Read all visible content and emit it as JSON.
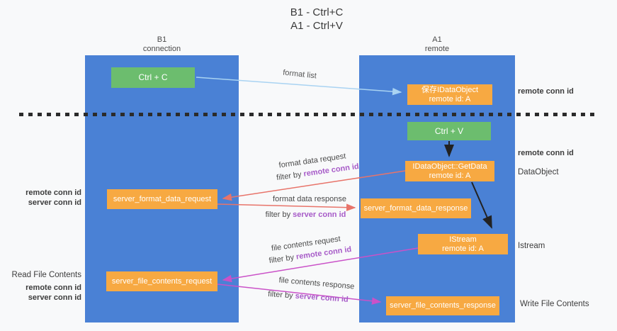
{
  "title": {
    "line1": "B1 - Ctrl+C",
    "line2": "A1 - Ctrl+V"
  },
  "columns": {
    "left": {
      "name": "B1",
      "role": "connection"
    },
    "right": {
      "name": "A1",
      "role": "remote"
    }
  },
  "boxes": {
    "ctrl_c": {
      "label": "Ctrl + C"
    },
    "save_idataobject": {
      "label": "保存IDataObject",
      "sublabel": "remote id: A"
    },
    "ctrl_v": {
      "label": "Ctrl + V"
    },
    "getdata": {
      "label": "IDataObject::GetData",
      "sublabel": "remote id: A"
    },
    "format_request": {
      "label": "server_format_data_request"
    },
    "format_response": {
      "label": "server_format_data_response"
    },
    "istream": {
      "label": "IStream",
      "sublabel": "remote id: A"
    },
    "file_request": {
      "label": "server_file_contents_request"
    },
    "file_response": {
      "label": "server_file_contents_response"
    }
  },
  "arrows": {
    "format_list": {
      "label": "format list"
    },
    "format_data_request": {
      "label": "format data request",
      "filter_prefix": "filter by",
      "filter_key": "remote conn id"
    },
    "format_data_response": {
      "label": "format data response",
      "filter_prefix": "filter by",
      "filter_key": "server conn id"
    },
    "file_contents_request": {
      "label": "file contents request",
      "filter_prefix": "filter by",
      "filter_key": "remote conn id"
    },
    "file_contents_response": {
      "label": "file contents response",
      "filter_prefix": "filter by",
      "filter_key": "server conn id"
    }
  },
  "side_labels": {
    "right_remote_conn_id_1": "remote conn id",
    "right_remote_conn_id_2": "remote conn id",
    "dataobject": "DataObject",
    "istream": "Istream",
    "write_file_contents": "Write File Contents",
    "left_remote_conn_id_1": "remote conn id",
    "left_server_conn_id_1": "server conn id",
    "read_file_contents": "Read File Contents",
    "left_remote_conn_id_2": "remote conn id",
    "left_server_conn_id_2": "server conn id"
  },
  "colors": {
    "column_blue": "#4a81d5",
    "box_orange": "#f7a942",
    "box_green": "#6cbd6e",
    "purple_text": "#a75bc8",
    "green_text": "#56b55c",
    "request_arrow_red": "#e8746a",
    "file_arrow_magenta": "#ca52c8",
    "format_list_arrow_blue": "#a9d3f2",
    "black_arrow": "#222222",
    "background": "#f8f9fa"
  }
}
